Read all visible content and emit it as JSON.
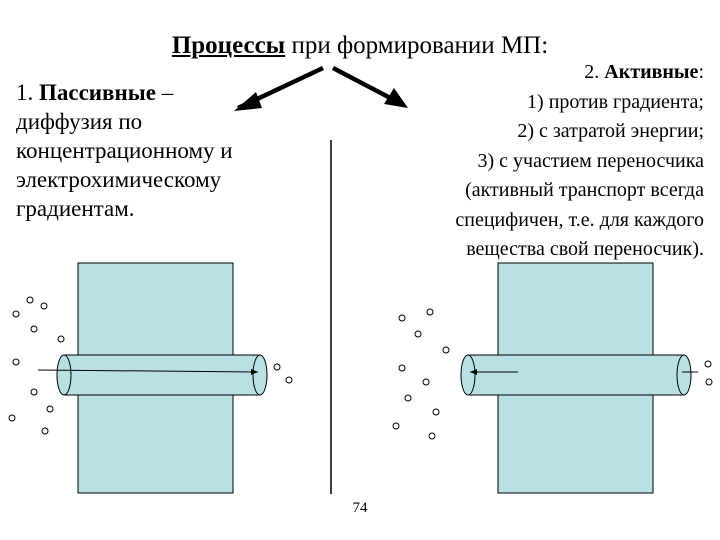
{
  "slide": {
    "title_bold": "Процессы",
    "title_rest": " при формировании МП:",
    "passive": {
      "number": "1. ",
      "heading": "Пассивные",
      "lines": [
        " –",
        "диффузия по",
        "концентрационному и",
        "электрохимическому",
        "градиентам."
      ]
    },
    "active": {
      "number": "2. ",
      "heading": "Активные",
      "colon": ":",
      "lines": [
        "1) против градиента;",
        "2) с затратой энергии;",
        "3) с участием переносчика",
        "(активный транспорт всегда",
        "специфичен, т.е. для каждого",
        "вещества свой переносчик)."
      ]
    },
    "page_number": "74"
  },
  "colors": {
    "membrane_fill": "#b9e1e3",
    "stroke": "#000000",
    "particle_fill": "#ffffff"
  }
}
